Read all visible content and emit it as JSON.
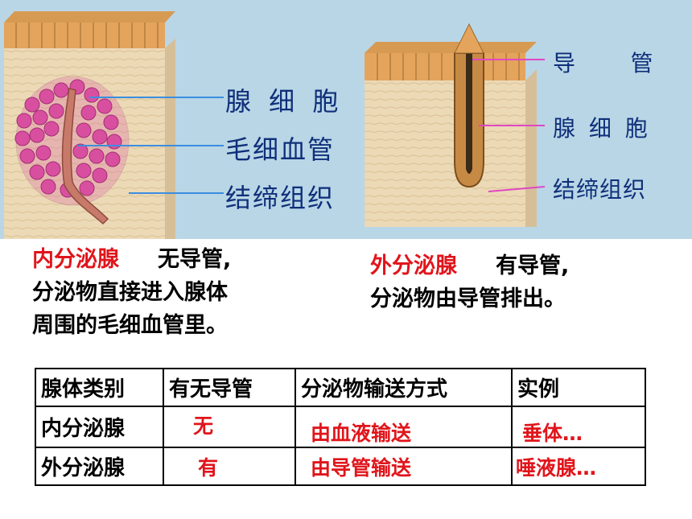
{
  "left_figure": {
    "labels": [
      "腺 细 胞",
      "毛细血管",
      "结缔组织"
    ]
  },
  "right_figure": {
    "labels": [
      "导     管",
      "腺 细 胞",
      "结缔组织"
    ]
  },
  "endocrine": {
    "term": "内分泌腺",
    "line1": "无导管,",
    "line2": "分泌物直接进入腺体",
    "line3": "周围的毛细血管里。"
  },
  "exocrine": {
    "term": "外分泌腺",
    "line1": "有导管,",
    "line2": "分泌物由导管排出。"
  },
  "table": {
    "headers": [
      "腺体类别",
      "有无导管",
      "分泌物输送方式",
      "实例"
    ],
    "rows": [
      [
        "内分泌腺",
        "无",
        "由血液输送",
        "垂体…"
      ],
      [
        "外分泌腺",
        "有",
        "由导管输送",
        "唾液腺…"
      ]
    ]
  },
  "colors": {
    "accent_red": "#e0151b",
    "label_blue": "#0f2f7a",
    "panel_bg": "#b9d6e6"
  }
}
